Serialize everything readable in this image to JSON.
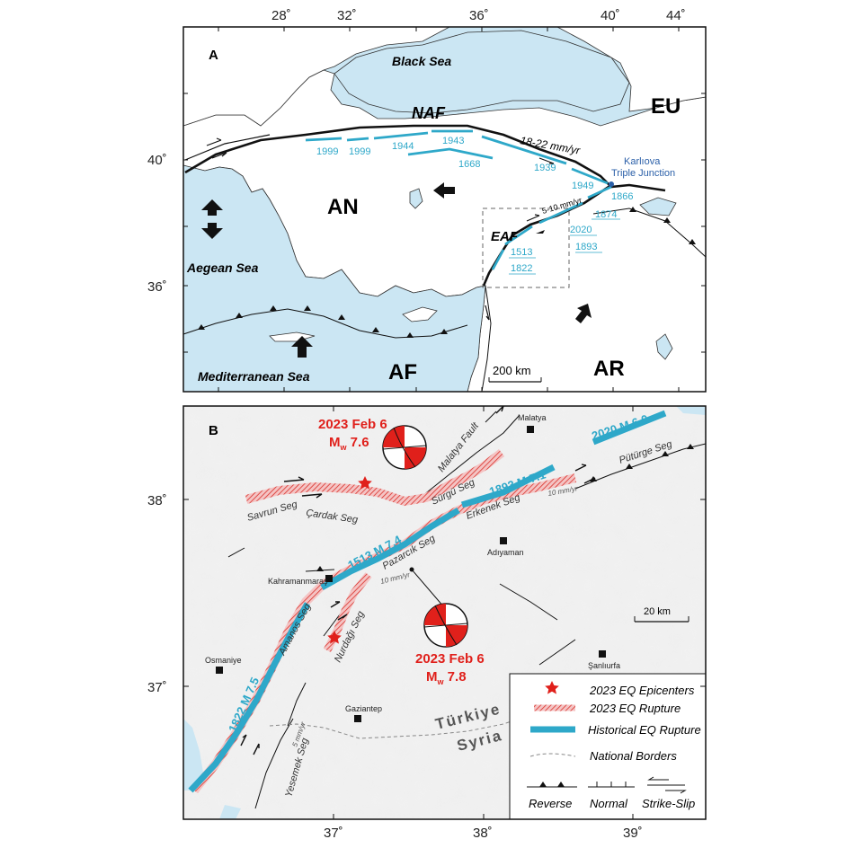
{
  "panel_a": {
    "label": "A",
    "top_ticks": [
      "28˚",
      "32˚",
      "36˚",
      "40˚",
      "44˚"
    ],
    "left_ticks": [
      "40˚",
      "36˚"
    ],
    "water_labels": {
      "black_sea": "Black Sea",
      "aegean_sea": "Aegean Sea",
      "mediterranean_sea": "Mediterranean Sea"
    },
    "plates": {
      "eu": "EU",
      "an": "AN",
      "af": "AF",
      "ar": "AR"
    },
    "faults": {
      "naf": "NAF",
      "eaf": "EAF"
    },
    "rates": {
      "naf": "18-22 mm/yr",
      "eaf": "5-10 mm/yr"
    },
    "junction": "Karlıova\nTriple Junction",
    "junction_line1": "Karlıova",
    "junction_line2": "Triple Junction",
    "naf_years": [
      "1999",
      "1999",
      "1944",
      "1943",
      "1668",
      "1939",
      "1949",
      "1866"
    ],
    "eaf_years": [
      "1874",
      "2020",
      "1893",
      "1513",
      "1822"
    ],
    "scale": "200 km",
    "colors": {
      "land": "#ffffff",
      "sea": "#cbe6f3",
      "fault": "#111111",
      "historical": "#2ea8c9"
    }
  },
  "panel_b": {
    "label": "B",
    "bottom_ticks": [
      "37˚",
      "38˚",
      "39˚"
    ],
    "left_ticks": [
      "38˚",
      "37˚"
    ],
    "eq1": {
      "title": "2023 Feb 6",
      "mag": "Mw 7.6",
      "mag_m": "M",
      "mag_sub": "w",
      "mag_val": " 7.6"
    },
    "eq2": {
      "title": "2023 Feb 6",
      "mag": "Mw 7.8",
      "mag_m": "M",
      "mag_sub": "w",
      "mag_val": " 7.8"
    },
    "historical_labels": [
      "2020 M 6.0",
      "1893 M 7.1",
      "1513 M 7.4",
      "1822 M 7.5"
    ],
    "segments": [
      "Savrun Seg",
      "Çardak Seg",
      "Sürgü Seg",
      "Erkenek Seg",
      "Pütürge Seg",
      "Pazarcık Seg",
      "Amanos Seg",
      "Nurdağı Seg",
      "Yesemek Seg"
    ],
    "fault_names": [
      "Malatya Fault"
    ],
    "rates": [
      "10 mm/yr",
      "10 mm/yr",
      "5 mm/yr"
    ],
    "cities": [
      "Malatya",
      "Adıyaman",
      "Kahramanmaraş",
      "Osmaniye",
      "Gaziantep",
      "Şanlıurfa"
    ],
    "countries": [
      "Türkiye",
      "Syria"
    ],
    "scale": "20 km",
    "legend": {
      "epicenters": "2023 EQ Epicenters",
      "rupture": "2023 EQ Rupture",
      "historical": "Historical EQ Rupture",
      "borders": "National Borders",
      "reverse": "Reverse",
      "normal": "Normal",
      "strike_slip": "Strike-Slip"
    },
    "colors": {
      "epicenter": "#e0201b",
      "rupture": "#e07070",
      "historical": "#2ea8c9"
    }
  }
}
